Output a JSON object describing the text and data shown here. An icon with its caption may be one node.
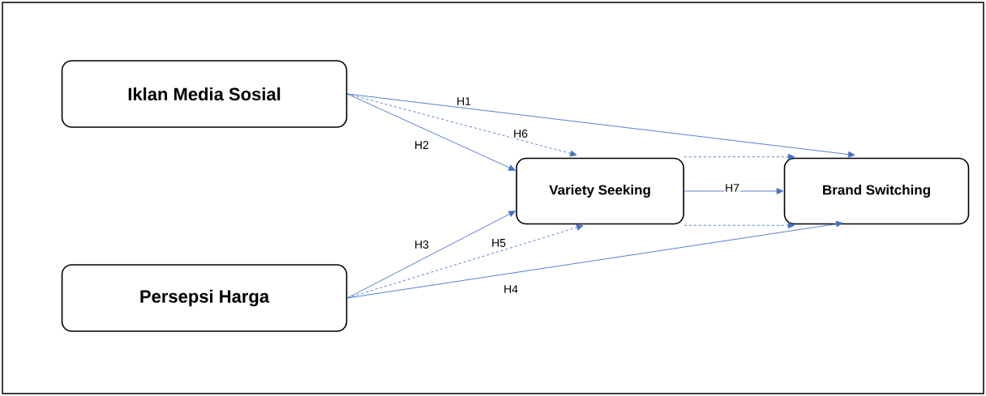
{
  "diagram": {
    "nodes": [
      {
        "text": [
          "Iklan Media Sosial"
        ]
      },
      {
        "text": [
          "Variety Seeking"
        ]
      },
      {
        "text": [
          "Brand Switching"
        ]
      },
      {
        "text": [
          "Persepsi Harga"
        ]
      }
    ],
    "edges": [
      {
        "from": 0,
        "to": 2,
        "arrow": "to",
        "label": "H1"
      },
      {
        "from": 0,
        "to": 1,
        "arrow": "to",
        "label": "H2"
      },
      {
        "from": 0,
        "to": 1,
        "arrow": "to",
        "label": "H6",
        "style": "dashed"
      },
      {
        "from": 3,
        "to": 1,
        "arrow": "to",
        "label": "H3"
      },
      {
        "from": 3,
        "to": 1,
        "arrow": "to",
        "label": "H5",
        "style": "dashed"
      },
      {
        "from": 3,
        "to": 2,
        "arrow": "to",
        "label": "H4"
      },
      {
        "from": 1,
        "to": 2,
        "arrow": "to",
        "label": "H7"
      },
      {
        "from": 1,
        "to": 2,
        "arrow": "to",
        "style": "dashed"
      },
      {
        "from": 1,
        "to": 2,
        "arrow": "to",
        "style": "dashed"
      }
    ]
  }
}
